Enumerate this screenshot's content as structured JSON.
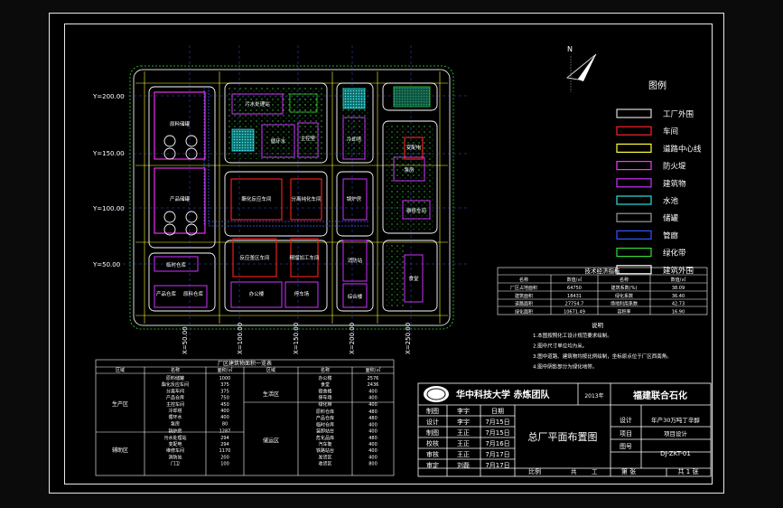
{
  "site": {
    "axis_y": [
      "Y=200.00",
      "Y=150.00",
      "Y=100.00",
      "Y=50.00"
    ],
    "axis_x": [
      "X=50.00",
      "X=100.00",
      "X=150.00",
      "X=200.00",
      "X=250.00"
    ],
    "blocks": {
      "raw_store": "原料储罐",
      "product_store": "产品储罐",
      "temp_storage": "临时仓库",
      "product_warehouse": "产品仓库",
      "raw_warehouse": "原料仓库",
      "wastewater": "污水处理站",
      "circulating_water": "循环水",
      "control": "主控室",
      "cooling_tower": "冷却塔",
      "boiler": "锅炉房",
      "esterification": "酯化反应车间",
      "separation": "分离纯化车间",
      "workshop_a": "反应釜区车间",
      "workshop_b": "精馏加工车间",
      "fire_station": "消防站",
      "admin": "综合楼",
      "power": "变配电",
      "pump": "泵房",
      "maintenance": "维修车间",
      "canteen": "食堂",
      "office": "办公楼",
      "parking": "停车场"
    },
    "compass": "N"
  },
  "legend": {
    "title": "图例",
    "items": [
      {
        "label": "工厂外围",
        "color": "#d8d8d8"
      },
      {
        "label": "车间",
        "color": "#ff2222"
      },
      {
        "label": "道路中心线",
        "color": "#ffff33"
      },
      {
        "label": "防火堤",
        "color": "#ff33ff"
      },
      {
        "label": "建筑物",
        "color": "#cc33ff"
      },
      {
        "label": "水池",
        "color": "#33dddd"
      },
      {
        "label": "储罐",
        "color": "#999999"
      },
      {
        "label": "管廊",
        "color": "#3355ff"
      },
      {
        "label": "绿化带",
        "color": "#33dd33"
      },
      {
        "label": "建筑外围",
        "color": "#ffffff"
      }
    ]
  },
  "tech_table": {
    "title": "技术经济指标",
    "headers": [
      "名称",
      "数值/㎡",
      "名称",
      "数值/㎡"
    ],
    "rows": [
      [
        "厂区占地面积",
        "64750",
        "建筑系数(%)",
        "38.09"
      ],
      [
        "建筑面积",
        "18431",
        "绿化系数",
        "36.40"
      ],
      [
        "道路面积",
        "27754.7",
        "场地利用系数",
        "42.73"
      ],
      [
        "绿化面积",
        "10671.49",
        "容积率",
        "16.90"
      ]
    ]
  },
  "notes": {
    "title": "说明",
    "items": [
      "1.本图按照化工设计规范要求绘制。",
      "2.图中尺寸单位均为米。",
      "3.图中道路、建筑物均按比例绘制，坐标原点位于厂区西南角。",
      "4.图中阴影部分为绿化地带。"
    ]
  },
  "area_table": {
    "title": "厂区建筑物面积一览表",
    "headers": [
      "区域",
      "名称",
      "面积/㎡",
      "区域",
      "名称",
      "面积/㎡"
    ],
    "left": [
      {
        "zone": "生产区",
        "rows": [
          [
            "原料储罐",
            "1000"
          ],
          [
            "酯化反应车间",
            "375"
          ],
          [
            "分离车间",
            "375"
          ],
          [
            "产品仓库",
            "750"
          ],
          [
            "主控车间",
            "450"
          ],
          [
            "冷却塔",
            "400"
          ],
          [
            "循环水",
            "400"
          ],
          [
            "泵房",
            "80"
          ]
        ]
      },
      {
        "zone": "辅助区",
        "rows": [
          [
            "锅炉房",
            "1287"
          ],
          [
            "污水处理站",
            "294"
          ],
          [
            "变配电",
            "294"
          ],
          [
            "维修车间",
            "1170"
          ],
          [
            "消防站",
            "200"
          ],
          [
            "门卫",
            "100"
          ]
        ]
      }
    ],
    "right": [
      {
        "zone": "生活区",
        "rows": [
          [
            "办公楼",
            "2576"
          ],
          [
            "食堂",
            "2436"
          ],
          [
            "宿舍楼",
            "400"
          ],
          [
            "停车场",
            "400"
          ],
          [
            "绿化带",
            "400"
          ]
        ]
      },
      {
        "zone": "储运区",
        "rows": [
          [
            "原料仓库",
            "480"
          ],
          [
            "产品仓库",
            "480"
          ],
          [
            "临时仓库",
            "400"
          ],
          [
            "装卸站台",
            "400"
          ],
          [
            "危化品库",
            "480"
          ],
          [
            "汽车衡",
            "400"
          ],
          [
            "铁路站台",
            "400"
          ],
          [
            "发货区",
            "400"
          ],
          [
            "收货区",
            "800"
          ]
        ]
      }
    ]
  },
  "title_block": {
    "school": "华中科技大学 赤炼团队",
    "year": "2013年",
    "competition": "福建联合石化",
    "drawing_title": "总厂平面布置图",
    "rows": [
      {
        "role": "制图",
        "name": "李宇",
        "date": "日期"
      },
      {
        "role": "设计",
        "name": "李宇",
        "date": "7月15日"
      },
      {
        "role": "制图",
        "name": "王正",
        "date": "7月15日"
      },
      {
        "role": "校核",
        "name": "王正",
        "date": "7月16日"
      },
      {
        "role": "审核",
        "name": "王正",
        "date": "7月17日"
      },
      {
        "role": "审定",
        "name": "刘磊",
        "date": "7月17日"
      }
    ],
    "design_label": "设计",
    "design_value": "年产30万吨丁辛醇",
    "project_label": "项目",
    "project_value": "项目设计",
    "drawing_no_label": "图号",
    "drawing_no": "DJ-ZKT-01",
    "scale_label": "比例",
    "sheet": "第 张",
    "total": "共 1 张",
    "bottom_left": "共",
    "bottom_right": "工"
  }
}
